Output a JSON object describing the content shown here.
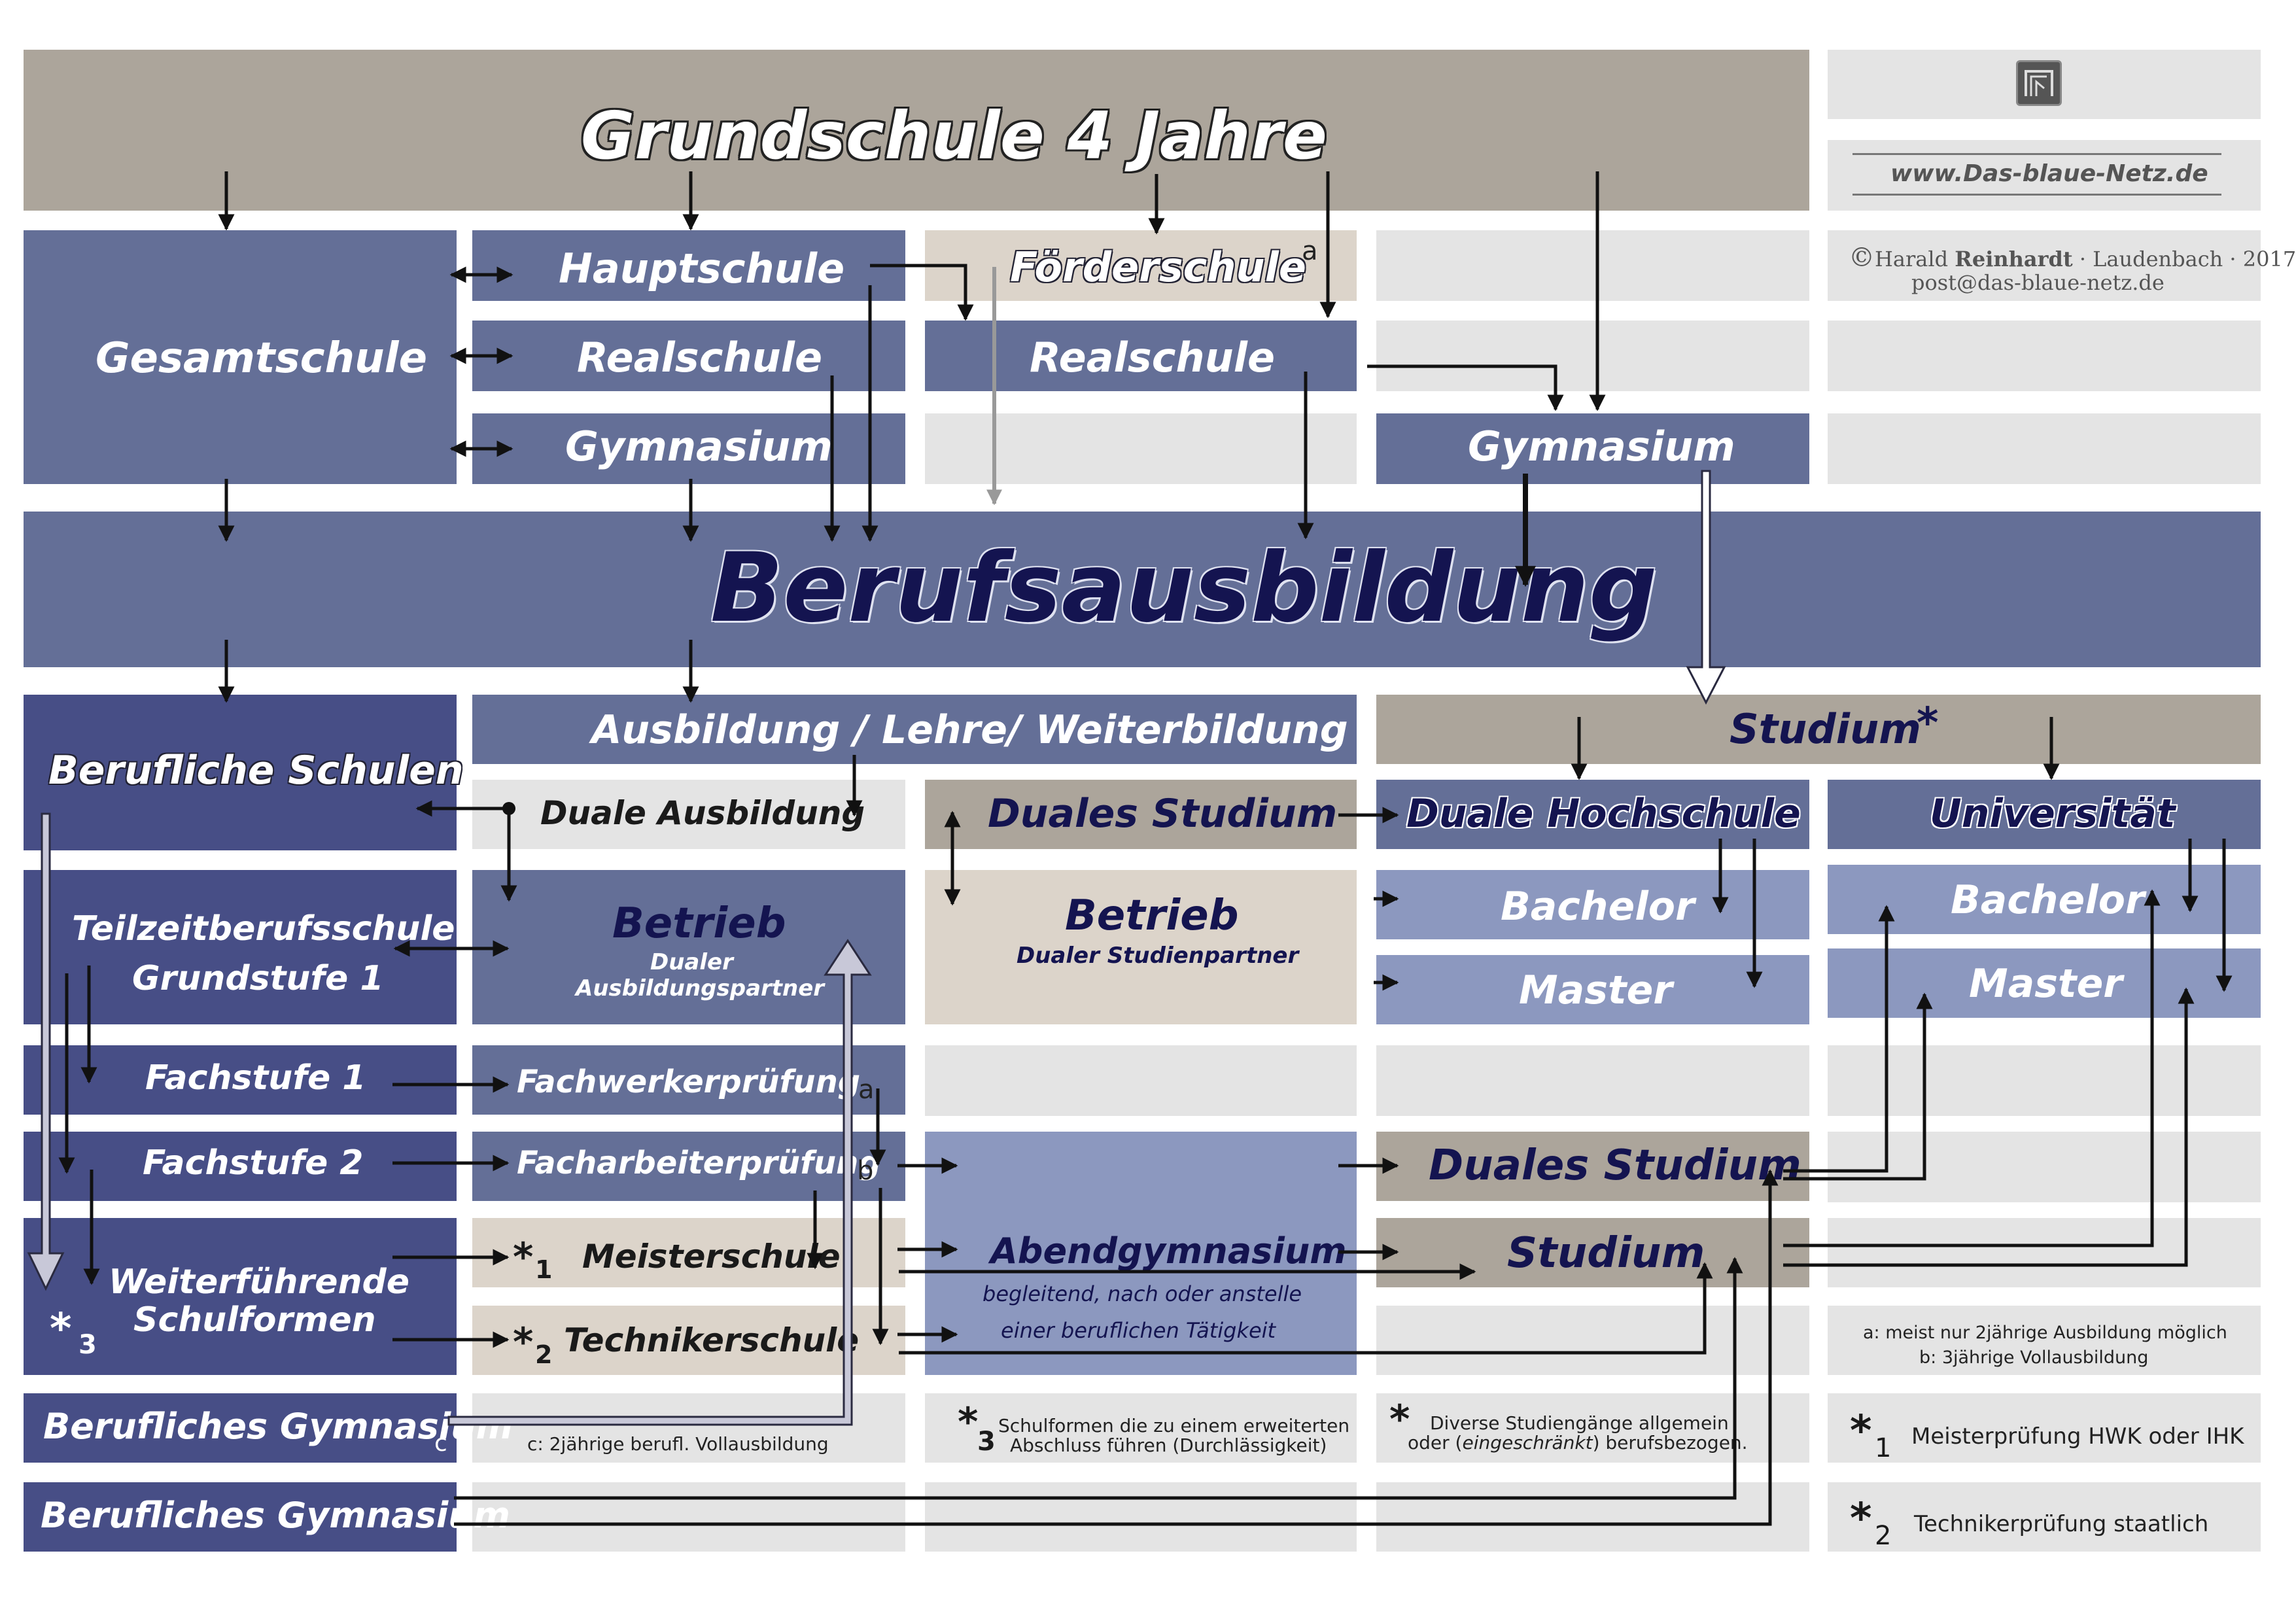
{
  "header": {
    "title": "Grundschule 4 Jahre",
    "website": "www.Das-blaue-Netz.de",
    "copyright_symbol": "©",
    "author_first": "Harald ",
    "author_last": "Reinhardt",
    "author_rest": " · Laudenbach · 2017",
    "email": "post@das-blaue-netz.de"
  },
  "secondary": {
    "gesamtschule": "Gesamtschule",
    "hauptschule": "Hauptschule",
    "realschule": "Realschule",
    "gymnasium": "Gymnasium",
    "foerderschule": "Förderschule",
    "foerderschule_note": "a",
    "realschule2": "Realschule",
    "gymnasium2": "Gymnasium"
  },
  "berufsausbildung": "Berufsausbildung",
  "vocational": {
    "berufliche_schulen": "Berufliche Schulen",
    "ausbildung_header": "Ausbildung / Lehre/ Weiterbildung",
    "duale_ausbildung": "Duale Ausbildung",
    "betrieb": "Betrieb",
    "betrieb_sub1": "Dualer",
    "betrieb_sub2": "Ausbildungspartner",
    "teilzeit1": "Teilzeitberufsschule",
    "teilzeit2": "Grundstufe 1",
    "fachstufe1": "Fachstufe 1",
    "fachstufe2": "Fachstufe 2",
    "fachwerker": "Fachwerkerprüfung",
    "fachwerker_note": "a",
    "facharbeiter": "Facharbeiterprüfung",
    "facharbeiter_note": "b",
    "meisterschule": "Meisterschule",
    "meister_mark": "*",
    "meister_sub": "1",
    "technikerschule": "Technikerschule",
    "techniker_mark": "*",
    "techniker_sub": "2",
    "weiterfuehrende1": "Weiterführende",
    "weiterfuehrende2": "Schulformen",
    "weiter_mark": "*",
    "weiter_sub": "3",
    "berufl_gym": "Berufliches Gymnasium",
    "berufl_gym_note": "c",
    "berufl_gym2": "Berufliches Gymnasium",
    "note_c": "c: 2jährige berufl. Vollausbildung"
  },
  "dual_study": {
    "duales_studium": "Duales Studium",
    "betrieb": "Betrieb",
    "betrieb_sub": "Dualer Studienpartner",
    "abendgymnasium": "Abendgymnasium",
    "abend_sub1": "begleitend, nach oder anstelle",
    "abend_sub2": "einer beruflichen Tätigkeit",
    "note3_mark": "*",
    "note3_sub": "3",
    "note3_line1": "Schulformen die zu einem erweiterten",
    "note3_line2": "Abschluss führen (Durchlässigkeit)"
  },
  "higher": {
    "studium": "Studium",
    "studium_mark": "*",
    "duale_hochschule": "Duale Hochschule",
    "bachelor": "Bachelor",
    "master": "Master",
    "duales_studium": "Duales Studium",
    "studium2": "Studium",
    "note_star_mark": "*",
    "note_star_line1": "Diverse Studiengänge allgemein",
    "note_star_line2a": "oder (",
    "note_star_line2b": "eingeschränkt",
    "note_star_line2c": ") berufsbezogen."
  },
  "university": {
    "universitaet": "Universität",
    "bachelor": "Bachelor",
    "master": "Master"
  },
  "legend": {
    "note_a": "a: meist nur 2jährige Ausbildung möglich",
    "note_b": "b: 3jährige Vollausbildung",
    "star1_mark": "*",
    "star1_sub": "1",
    "star1_text": "Meisterprüfung HWK oder IHK",
    "star2_mark": "*",
    "star2_sub": "2",
    "star2_text": "Technikerprüfung staatlich"
  },
  "colors": {
    "taupe": "#aca59b",
    "slate": "#646f97",
    "navy": "#474e86",
    "light_blue": "#8c98bf",
    "beige": "#dcd4ca",
    "grey_cell": "#e4e4e4",
    "arrow": "#111111"
  },
  "icons": [
    "logo-icon"
  ]
}
